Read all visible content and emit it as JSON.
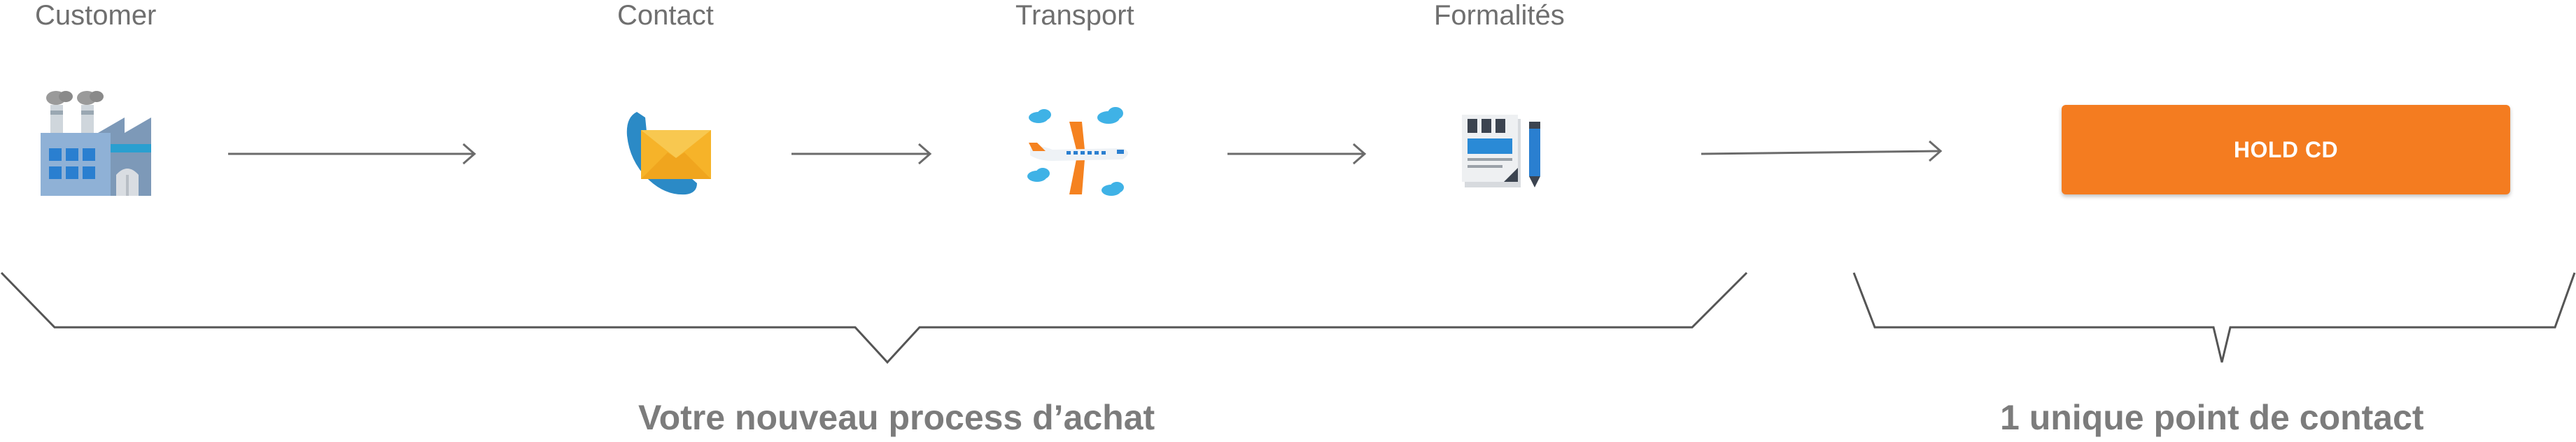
{
  "steps": [
    {
      "label": "Customer",
      "icon": "factory-icon"
    },
    {
      "label": "Contact",
      "icon": "phone-mail-icon"
    },
    {
      "label": "Transport",
      "icon": "airplane-icon"
    },
    {
      "label": "Formalités",
      "icon": "documents-icon"
    }
  ],
  "hold_button": {
    "label": "HOLD CD",
    "color": "#f47c20"
  },
  "captions": {
    "left": "Votre nouveau process d’achat",
    "right": "1 unique point de contact"
  },
  "colors": {
    "text": "#6f6f6f",
    "arrow": "#6b6b6b",
    "caption": "#7c7c7c"
  }
}
